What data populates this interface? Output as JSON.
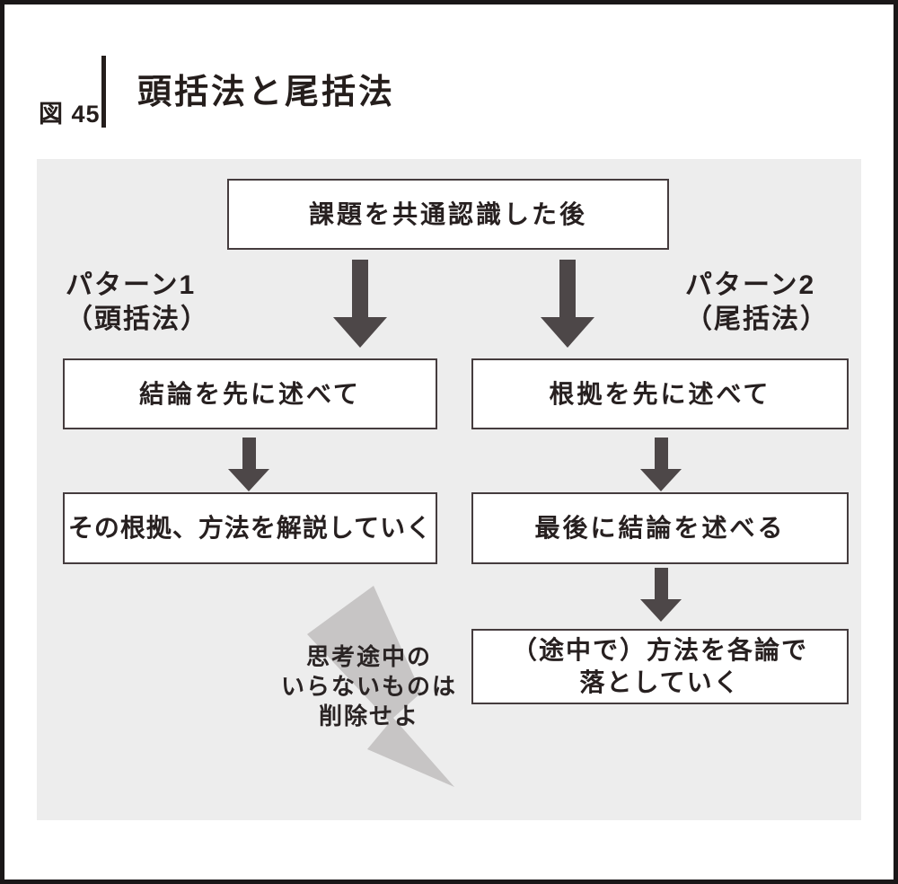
{
  "figure": {
    "label": "図 45",
    "title": "頭括法と尾括法"
  },
  "flow": {
    "start": "課題を共通認識した後",
    "pattern1": {
      "title": "パターン1",
      "subtitle": "（頭括法）",
      "step1": "結論を先に述べて",
      "step2": "その根拠、方法を解説していく"
    },
    "pattern2": {
      "title": "パターン2",
      "subtitle": "（尾括法）",
      "step1": "根拠を先に述べて",
      "step2": "最後に結論を述べる",
      "step3_line1": "（途中で）方法を各論で",
      "step3_line2": "落としていく"
    },
    "note": {
      "line1": "思考途中の",
      "line2": "いらないものは",
      "line3": "削除せよ"
    }
  },
  "colors": {
    "frame_border": "#1a1718",
    "panel_background": "#ededed",
    "box_border": "#453c3e",
    "text": "#272020",
    "arrow": "#4d4748",
    "lightning_bolt": "#c7c5c5"
  }
}
